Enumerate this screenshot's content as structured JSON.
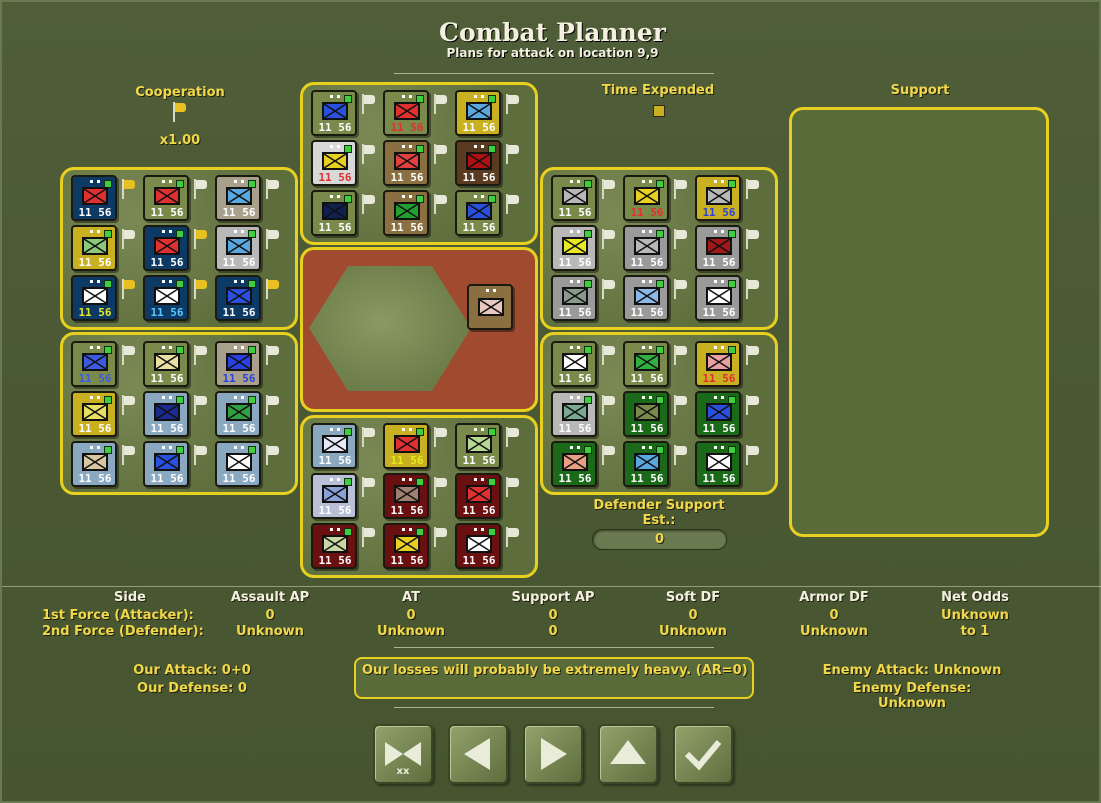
{
  "title": "Combat Planner",
  "subtitle": "Plans for attack on location 9,9",
  "cooperation": {
    "label": "Cooperation",
    "value": "x1.00"
  },
  "time_expended": {
    "label": "Time Expended"
  },
  "support": {
    "label": "Support"
  },
  "defender_support": {
    "label": "Defender Support Est.:",
    "value": "0"
  },
  "unit_nums": "11 56",
  "stats": {
    "headers": {
      "side": "Side",
      "assault": "Assault AP",
      "at": "AT",
      "support": "Support AP",
      "soft": "Soft DF",
      "armor": "Armor DF",
      "odds": "Net Odds"
    },
    "rows": [
      {
        "side": "1st Force  (Attacker):",
        "assault": "0",
        "at": "0",
        "support": "0",
        "soft": "0",
        "armor": "0",
        "odds": "Unknown"
      },
      {
        "side": "2nd Force  (Defender):",
        "assault": "Unknown",
        "at": "Unknown",
        "support": "0",
        "soft": "Unknown",
        "armor": "Unknown",
        "odds": "to 1"
      }
    ]
  },
  "our_attack": "Our Attack: 0+0",
  "our_defense": "Our Defense: 0",
  "message": "Our losses will probably be extremely heavy. (AR=0)",
  "enemy_attack": "Enemy Attack: Unknown",
  "enemy_defense": "Enemy Defense: Unknown",
  "buttons": [
    "cancel",
    "previous",
    "next",
    "up",
    "confirm"
  ],
  "colors": {
    "accent": "#e8d020",
    "background": "#4a5a34",
    "hex_field": "#a04a30"
  },
  "groups": [
    {
      "name": "west-top",
      "units": [
        {
          "bg": "#0d3a64",
          "sym": "#e03030",
          "num": "#ffffff",
          "flag": "#e8c020"
        },
        {
          "bg": "#7a8a4a",
          "sym": "#e03030",
          "num": "#ffffff",
          "flag": "#e8e8d8"
        },
        {
          "bg": "#a8a08a",
          "sym": "#5aa8e0",
          "num": "#ffffff",
          "flag": "#e8e8d8"
        },
        {
          "bg": "#c8b020",
          "sym": "#8ac87a",
          "num": "#ffffff",
          "flag": "#e8e8d8"
        },
        {
          "bg": "#0d3a64",
          "sym": "#e03030",
          "num": "#ffffff",
          "flag": "#e8c020"
        },
        {
          "bg": "#b8b8b8",
          "sym": "#5aa8e0",
          "num": "#ffffff",
          "flag": "#e8e8d8"
        },
        {
          "bg": "#0d3a64",
          "sym": "#ffffff",
          "num": "#e8e820",
          "flag": "#e8c020"
        },
        {
          "bg": "#0d3a64",
          "sym": "#ffffff",
          "num": "#5ac8ff",
          "flag": "#e8c020"
        },
        {
          "bg": "#0d3a64",
          "sym": "#2a50e0",
          "num": "#ffffff",
          "flag": "#e8c020"
        }
      ]
    },
    {
      "name": "west-bottom",
      "units": [
        {
          "bg": "#7a8a4a",
          "sym": "#3a5ae0",
          "num": "#3a5ae0",
          "flag": "#e8e8d8"
        },
        {
          "bg": "#7a8a4a",
          "sym": "#e8e0a0",
          "num": "#ffffff",
          "flag": "#e8e8d8"
        },
        {
          "bg": "#a8a08a",
          "sym": "#2a40e0",
          "num": "#2a40e0",
          "flag": "#e8e8d8"
        },
        {
          "bg": "#c8b020",
          "sym": "#e8e060",
          "num": "#ffffff",
          "flag": "#e8e8d8"
        },
        {
          "bg": "#8aa8c0",
          "sym": "#1a2a90",
          "num": "#ffffff",
          "flag": "#e8e8d8"
        },
        {
          "bg": "#8aa8c0",
          "sym": "#30a040",
          "num": "#ffffff",
          "flag": "#e8e8d8"
        },
        {
          "bg": "#8aa8c0",
          "sym": "#d8c8a0",
          "num": "#ffffff",
          "flag": "#e8e8d8"
        },
        {
          "bg": "#8aa8c0",
          "sym": "#2a50e0",
          "num": "#ffffff",
          "flag": "#e8e8d8"
        },
        {
          "bg": "#8aa8c0",
          "sym": "#ffffff",
          "num": "#ffffff",
          "flag": "#e8e8d8"
        }
      ]
    },
    {
      "name": "north",
      "units": [
        {
          "bg": "#7a8a4a",
          "sym": "#2a50e0",
          "num": "#ffffff",
          "flag": "#e8e8d8"
        },
        {
          "bg": "#7a8a4a",
          "sym": "#e03030",
          "num": "#e03030",
          "flag": "#e8e8d8"
        },
        {
          "bg": "#c8b020",
          "sym": "#5aa8e0",
          "num": "#ffffff",
          "flag": "#e8e8d8"
        },
        {
          "bg": "#d8d8d8",
          "sym": "#e8d020",
          "num": "#e03030",
          "flag": "#e8e8d8"
        },
        {
          "bg": "#8a7040",
          "sym": "#e04040",
          "num": "#ffffff",
          "flag": "#e8e8d8"
        },
        {
          "bg": "#5a3a20",
          "sym": "#b01010",
          "num": "#ffffff",
          "flag": "#e8e8d8"
        },
        {
          "bg": "#7a8a4a",
          "sym": "#102050",
          "num": "#ffffff",
          "flag": "#e8e8d8"
        },
        {
          "bg": "#8a7040",
          "sym": "#20a030",
          "num": "#ffffff",
          "flag": "#e8e8d8"
        },
        {
          "bg": "#7a8a4a",
          "sym": "#2a50e0",
          "num": "#ffffff",
          "flag": "#e8e8d8"
        }
      ]
    },
    {
      "name": "south",
      "units": [
        {
          "bg": "#8aa8c0",
          "sym": "#e8e8f8",
          "num": "#ffffff",
          "flag": "#e8e8d8"
        },
        {
          "bg": "#c8b020",
          "sym": "#e03030",
          "num": "#e8e820",
          "flag": "#e8e8d8"
        },
        {
          "bg": "#7a8a4a",
          "sym": "#b8d890",
          "num": "#ffffff",
          "flag": "#e8e8d8"
        },
        {
          "bg": "#b8c0d8",
          "sym": "#8aa0d8",
          "num": "#ffffff",
          "flag": "#e8e8d8"
        },
        {
          "bg": "#6a1010",
          "sym": "#a08070",
          "num": "#ffffff",
          "flag": "#e8e8d8"
        },
        {
          "bg": "#6a1010",
          "sym": "#e03030",
          "num": "#ffffff",
          "flag": "#e8e8d8"
        },
        {
          "bg": "#6a1010",
          "sym": "#c8d8a0",
          "num": "#ffffff",
          "flag": "#e8e8d8"
        },
        {
          "bg": "#6a1010",
          "sym": "#e8d020",
          "num": "#ffffff",
          "flag": "#e8e8d8"
        },
        {
          "bg": "#6a1010",
          "sym": "#ffffff",
          "num": "#ffffff",
          "flag": "#e8e8d8"
        }
      ]
    },
    {
      "name": "east-top",
      "units": [
        {
          "bg": "#7a8a4a",
          "sym": "#b8b8b8",
          "num": "#ffffff",
          "flag": "#e8e8d8"
        },
        {
          "bg": "#7a8a4a",
          "sym": "#e8d020",
          "num": "#e03030",
          "flag": "#e8e8d8"
        },
        {
          "bg": "#c8b020",
          "sym": "#b8b8b8",
          "num": "#2a40e0",
          "flag": "#e8e8d8"
        },
        {
          "bg": "#b8b8b8",
          "sym": "#e8e820",
          "num": "#ffffff",
          "flag": "#e8e8d8"
        },
        {
          "bg": "#9a9a9a",
          "sym": "#b8b8b8",
          "num": "#ffffff",
          "flag": "#e8e8d8"
        },
        {
          "bg": "#9a9a9a",
          "sym": "#a01818",
          "num": "#ffffff",
          "flag": "#e8e8d8"
        },
        {
          "bg": "#9a9a9a",
          "sym": "#8a9a8a",
          "num": "#ffffff",
          "flag": "#e8e8d8"
        },
        {
          "bg": "#9a9a9a",
          "sym": "#8ab8e8",
          "num": "#ffffff",
          "flag": "#e8e8d8"
        },
        {
          "bg": "#9a9a9a",
          "sym": "#ffffff",
          "num": "#ffffff",
          "flag": "#e8e8d8"
        }
      ]
    },
    {
      "name": "east-bottom",
      "units": [
        {
          "bg": "#7a8a4a",
          "sym": "#ffffff",
          "num": "#ffffff",
          "flag": "#e8e8d8"
        },
        {
          "bg": "#7a8a4a",
          "sym": "#30b040",
          "num": "#ffffff",
          "flag": "#e8e8d8"
        },
        {
          "bg": "#c8b020",
          "sym": "#e8a0a0",
          "num": "#e03030",
          "flag": "#e8e8d8"
        },
        {
          "bg": "#b8b8b8",
          "sym": "#7aa890",
          "num": "#ffffff",
          "flag": "#e8e8d8"
        },
        {
          "bg": "#1a6a1a",
          "sym": "#7a8a4a",
          "num": "#ffffff",
          "flag": "#e8e8d8"
        },
        {
          "bg": "#1a6a1a",
          "sym": "#2a50e0",
          "num": "#ffffff",
          "flag": "#e8e8d8"
        },
        {
          "bg": "#1a6a1a",
          "sym": "#e8a080",
          "num": "#ffffff",
          "flag": "#e8e8d8"
        },
        {
          "bg": "#1a6a1a",
          "sym": "#5aa8e0",
          "num": "#ffffff",
          "flag": "#e8e8d8"
        },
        {
          "bg": "#1a6a1a",
          "sym": "#ffffff",
          "num": "#ffffff",
          "flag": "#e8e8d8"
        }
      ]
    }
  ],
  "target_unit": {
    "bg": "#8a7040",
    "sym": "#e8c8c0"
  }
}
